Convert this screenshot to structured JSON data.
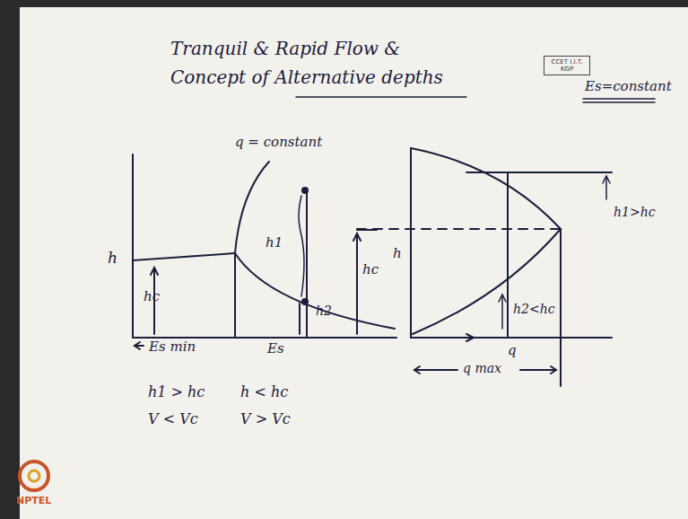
{
  "diagram": {
    "title": "Tranquil & Rapid Flow & Concept of Alternative depths",
    "nodes": [
      {
        "text": [
          "CCET I.I.T. KGP"
        ]
      }
    ],
    "labels": [
      "Es=constant",
      "q = constant",
      "h",
      "hc",
      "h1",
      "h2",
      "Es min",
      "Es",
      "hc",
      "h",
      "h1>hc",
      "h2<hc",
      "q",
      "q max",
      "h1 > hc",
      "h < hc",
      "V < Vc",
      "V > Vc",
      "NPTEL"
    ]
  }
}
